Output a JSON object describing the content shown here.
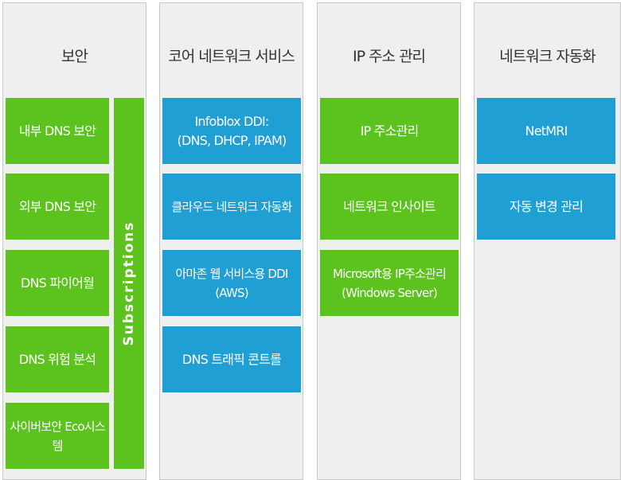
{
  "columns": [
    {
      "title": "보안",
      "items": [
        "내부 DNS 보안",
        "외부 DNS 보안",
        "DNS 파이어월",
        "DNS 위험 분석",
        "사이버보안 Eco시스템"
      ],
      "side_label": "Subscriptions"
    },
    {
      "title": "코어 네트워크 서비스",
      "items": [
        "Infoblox DDI:\n(DNS, DHCP, IPAM)",
        "클라우드 네트워크 자동화",
        "아마존 웹 서비스용 DDI\n(AWS)",
        "DNS 트래픽 콘트롤"
      ]
    },
    {
      "title": "IP 주소 관리",
      "items": [
        "IP 주소관리",
        "네트워크 인사이트",
        "Microsoft용 IP주소관리\n(Windows Server)"
      ]
    },
    {
      "title": "네트워크 자동화",
      "items": [
        "NetMRI",
        "자동 변경 관리"
      ]
    }
  ],
  "colors": {
    "green": "#5cc21e",
    "blue": "#1f9fd4",
    "panel": "#efefef"
  }
}
